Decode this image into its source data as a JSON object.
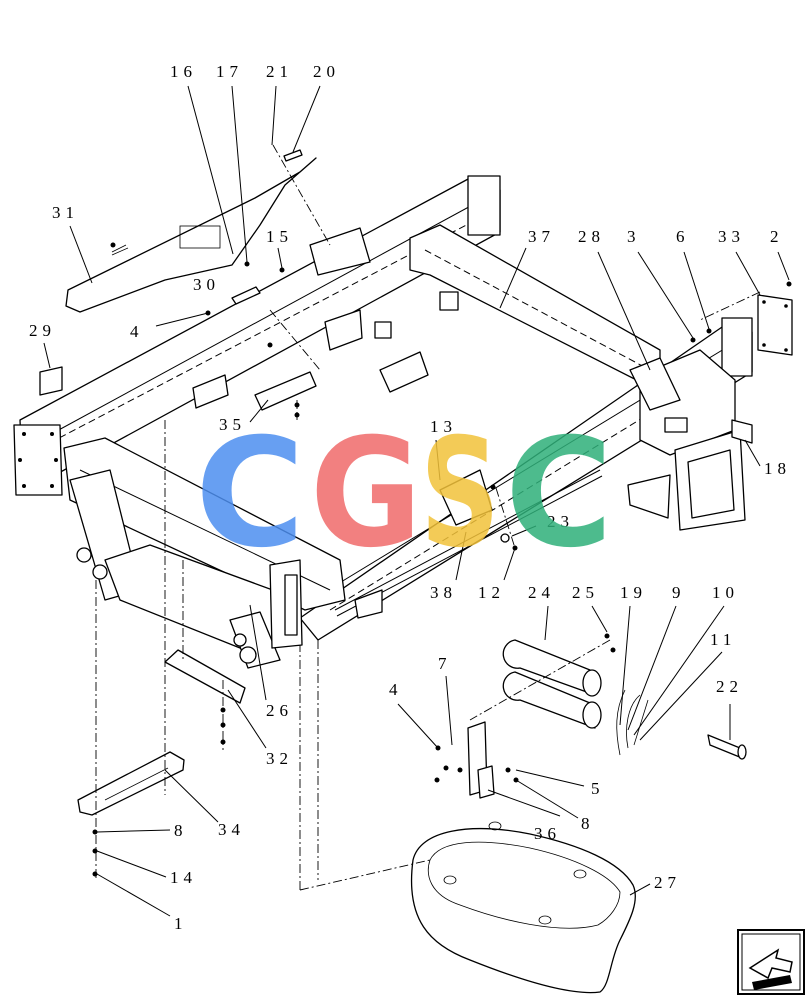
{
  "callouts": [
    "16",
    "17",
    "21",
    "20",
    "31",
    "15",
    "37",
    "28",
    "3",
    "6",
    "33",
    "2",
    "30",
    "4",
    "29",
    "35",
    "13",
    "18",
    "23",
    "38",
    "12",
    "24",
    "25",
    "19",
    "9",
    "10",
    "11",
    "7",
    "22",
    "4",
    "5",
    "26",
    "32",
    "36",
    "8",
    "34",
    "8",
    "14",
    "1",
    "27"
  ],
  "watermark": {
    "letters": [
      "C",
      "G",
      "S",
      "C"
    ],
    "colors": [
      "#4d8ff0",
      "#f06b6b",
      "#f2c23a",
      "#2fb07a"
    ]
  },
  "nav_arrow": {
    "icon": "next-page-arrow-icon"
  }
}
